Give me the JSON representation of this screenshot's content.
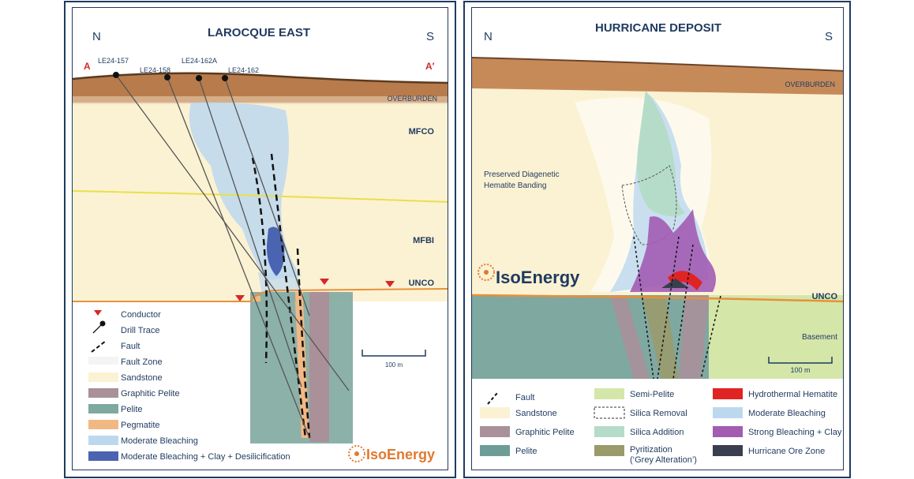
{
  "left": {
    "title": "LAROCQUE EAST",
    "north": "N",
    "south": "S",
    "section_start": "A",
    "section_end": "A′",
    "drillholes": [
      "LE24-157",
      "LE24-158",
      "LE24-162A",
      "LE24-162"
    ],
    "units": {
      "overburden": "OVERBURDEN",
      "mfco": "MFCO",
      "mfbi": "MFBI",
      "unco": "UNCO"
    },
    "scale": "100 m",
    "legend": {
      "conductor": "Conductor",
      "drill_trace": "Drill Trace",
      "fault": "Fault",
      "fault_zone": "Fault Zone",
      "sandstone": "Sandstone",
      "graphitic_pelite": "Graphitic Pelite",
      "pelite": "Pelite",
      "pegmatite": "Pegmatite",
      "moderate_bleaching": "Moderate Bleaching",
      "mod_bleach_clay_desil": "Moderate Bleaching + Clay + Desilicification"
    },
    "logo": "IsoEnergy",
    "colors": {
      "overburden": "#b87b4b",
      "sandstone": "#fbf2d3",
      "pelite": "#7fa8a0",
      "graphitic_pelite": "#a99099",
      "pegmatite": "#f2b884",
      "bleaching": "#bcd8ef",
      "bleach_clay": "#4a64b2",
      "mfbi_line": "#e8e04a",
      "unco_line": "#e7913a",
      "conductor": "#d62828"
    }
  },
  "right": {
    "title": "HURRICANE DEPOSIT",
    "north": "N",
    "south": "S",
    "units": {
      "overburden": "OVERBURDEN",
      "unco": "UNCO",
      "basement": "Basement"
    },
    "annotation_line1": "Preserved Diagenetic",
    "annotation_line2": "Hematite Banding",
    "scale": "100 m",
    "logo": "IsoEnergy",
    "legend": {
      "fault": "Fault",
      "sandstone": "Sandstone",
      "graphitic_pelite": "Graphitic Pelite",
      "pelite": "Pelite",
      "semi_pelite": "Semi-Pelite",
      "silica_removal": "Silica Removal",
      "silica_addition": "Silica Addition",
      "pyritization_1": "Pyritization",
      "pyritization_2": "(‘Grey Alteration’)",
      "hydrothermal_hematite": "Hydrothermal Hematite",
      "moderate_bleaching": "Moderate Bleaching",
      "strong_bleaching_clay": "Strong Bleaching + Clay",
      "ore_zone": "Hurricane Ore Zone"
    },
    "colors": {
      "semi_pelite": "#d5e6a9",
      "silica_addition": "#b5dcc9",
      "pyritization": "#9b9a6b",
      "hematite": "#e02424",
      "strong_bleaching": "#a25cb2",
      "ore_zone": "#3a3f4f"
    }
  }
}
